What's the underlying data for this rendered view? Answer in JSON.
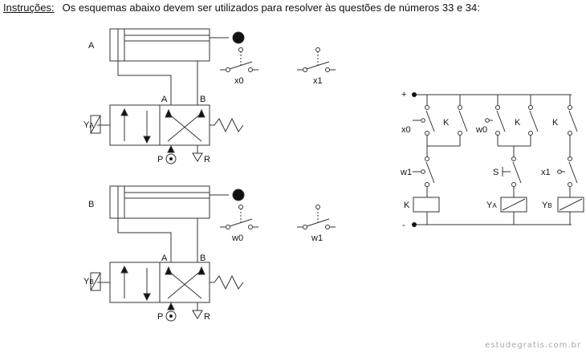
{
  "header": {
    "label": "Instruções:",
    "text": "Os esquemas abaixo devem ser utilizados para resolver às questões de números 33 e 34:"
  },
  "pneumatic_a": {
    "cylinder_label": "A",
    "port_a": "A",
    "port_b": "B",
    "solenoid_main": "Y",
    "solenoid_sub": "A",
    "pressure_label": "P",
    "exhaust_label": "R",
    "switch_left": "x0",
    "switch_right": "x1"
  },
  "pneumatic_b": {
    "cylinder_label": "B",
    "port_a": "A",
    "port_b": "B",
    "solenoid_main": "Y",
    "solenoid_sub": "B",
    "pressure_label": "P",
    "exhaust_label": "R",
    "switch_left": "w0",
    "switch_right": "w1"
  },
  "ladder": {
    "plus": "+",
    "minus": "-",
    "c_x0": "x0",
    "c_k1": "K",
    "c_w0": "w0",
    "c_k2": "K",
    "c_k3": "K",
    "c_w1": "w1",
    "c_s": "S",
    "c_x1": "x1",
    "coil_k": "K",
    "coil_ya_main": "Y",
    "coil_ya_sub": "A",
    "coil_yb_main": "Y",
    "coil_yb_sub": "B"
  },
  "watermark": "estudegratis.com.br"
}
